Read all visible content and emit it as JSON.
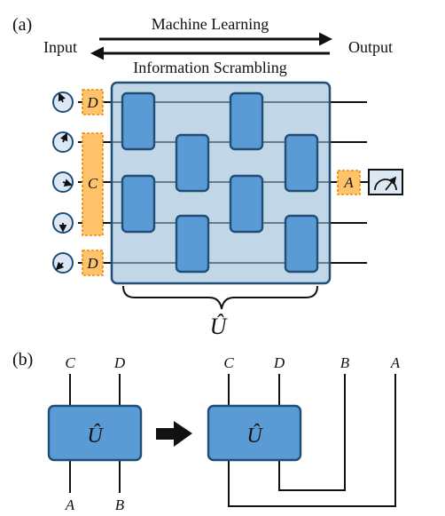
{
  "panel_a": {
    "label": "(a)",
    "arrow_top_label": "Machine Learning",
    "arrow_bottom_label": "Information Scrambling",
    "input_label": "Input",
    "output_label": "Output",
    "operator_D": "D",
    "operator_C": "C",
    "operator_A": "A",
    "unitary_label": "Û"
  },
  "panel_b": {
    "label": "(b)",
    "unitary_label": "Û",
    "left": {
      "top_left": "C",
      "top_right": "D",
      "bottom_left": "A",
      "bottom_right": "B"
    },
    "right": {
      "top_c": "C",
      "top_d": "D",
      "top_b": "B",
      "top_a": "A"
    }
  }
}
